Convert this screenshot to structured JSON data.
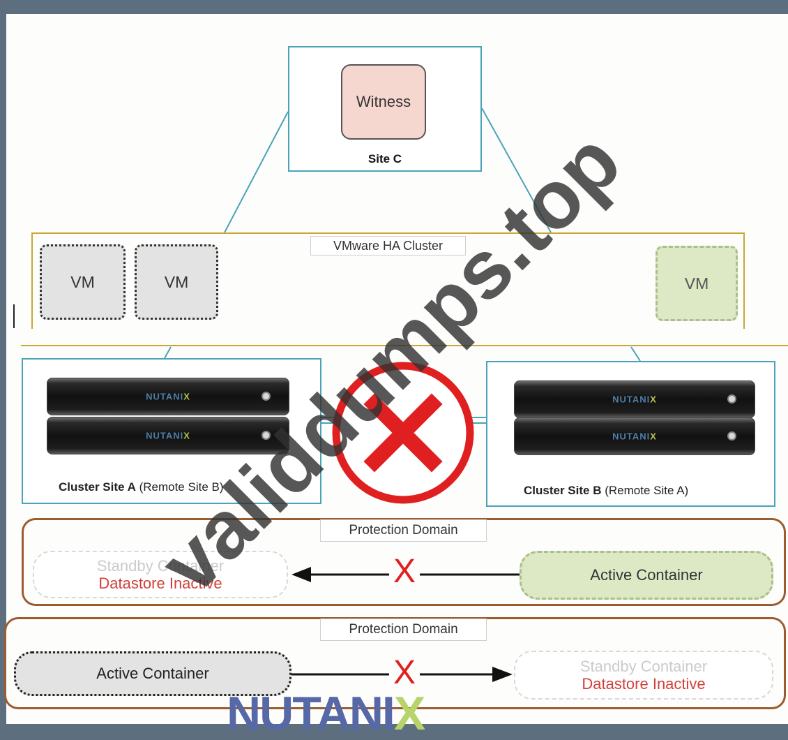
{
  "site_c": {
    "witness_label": "Witness",
    "label": "Site C"
  },
  "ha_cluster": {
    "label": "VMware HA Cluster",
    "vms": [
      "VM",
      "VM",
      "VM"
    ]
  },
  "cluster_site_a": {
    "label_bold": "Cluster Site A",
    "label_rest": " (Remote Site B)"
  },
  "cluster_site_b": {
    "label_bold": "Cluster Site B",
    "label_rest": " (Remote Site A)"
  },
  "servers": {
    "brand_main": "NUTANI",
    "brand_x": "X"
  },
  "protection_domain_1": {
    "label": "Protection Domain",
    "standby_title": "Standby Container",
    "standby_status": "Datastore Inactive",
    "link_status": "X",
    "active_label": "Active Container"
  },
  "protection_domain_2": {
    "label": "Protection Domain",
    "active_label": "Active Container",
    "link_status": "X",
    "standby_title": "Standby Container",
    "standby_status": "Datastore Inactive"
  },
  "logo": {
    "main": "NUTANI",
    "x": "X"
  },
  "watermark": "validdumps.top",
  "colors": {
    "frame": "#5d6f7f",
    "site_border": "#4aa3b8",
    "ha_border": "#c8a832",
    "pd_border": "#9b5c30",
    "failure_red": "#e02020",
    "witness_fill": "#f6d7d0",
    "active_green": "#dde8c5"
  }
}
